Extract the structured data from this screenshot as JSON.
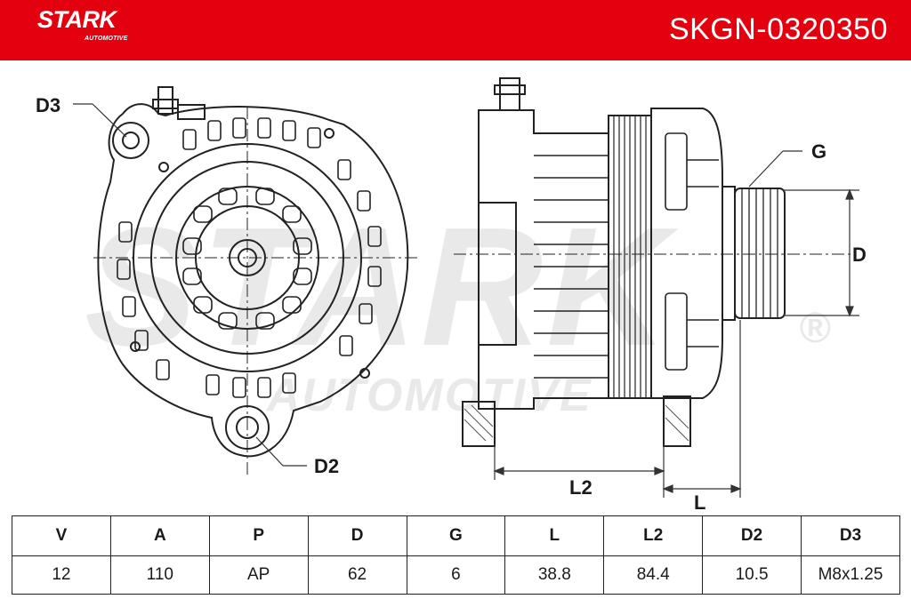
{
  "header": {
    "brand": "STARK",
    "brand_sub": "AUTOMOTIVE",
    "part_number": "SKGN-0320350",
    "color": "#e3000f"
  },
  "watermark": {
    "brand": "STARK",
    "sub": "AUTOMOTIVE",
    "mark": "®"
  },
  "labels": {
    "d3": "D3",
    "d2": "D2",
    "g": "G",
    "d": "D",
    "l2": "L2",
    "l": "L"
  },
  "spec_table": {
    "headers": [
      "V",
      "A",
      "P",
      "D",
      "G",
      "L",
      "L2",
      "D2",
      "D3"
    ],
    "values": [
      "12",
      "110",
      "AP",
      "62",
      "6",
      "38.8",
      "84.4",
      "10.5",
      "M8x1.25"
    ]
  }
}
